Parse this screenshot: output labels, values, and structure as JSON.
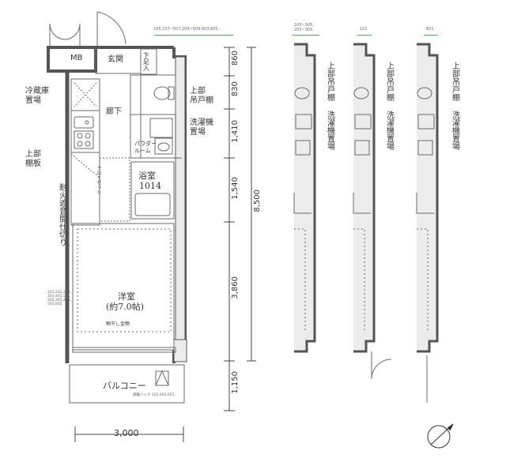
{
  "colors": {
    "wall": "#5c5c5c",
    "line": "#6a6a6a",
    "dim": "#444444",
    "accent": "#4caf50"
  },
  "notes": {
    "top_units": "105,107~507,209~509,603,605",
    "mini1": "105~505,\n205~305",
    "mini2": "101",
    "mini3": "601",
    "units_left": "201,202,203,\n301,401,501,\n205,305,405,\n505,605",
    "hatch": "避難ハッチ 203,403,601"
  },
  "rooms": {
    "mb": "MB",
    "genkan": "玄関",
    "geta": "下足入",
    "rouka": "廊下",
    "powder": "パウダー\nルーム",
    "bath_line1": "浴室",
    "bath_line2": "1014",
    "youshitsu_line1": "洋室",
    "youshitsu_line2": "(約7.0帖)",
    "monohoshi": "物干し金物",
    "balcony": "バルコニー",
    "closet": "クローゼット"
  },
  "callouts": {
    "reizouko": "冷蔵庫\n置場",
    "joubu_tanaita": "上部\n棚板",
    "taika": "耐火遮音間仕切り",
    "joubu_tsuritodana": "上部\n吊戸棚",
    "sentakuki": "洗濯機\n置場",
    "mini_tsuritodana": "上部吊戸棚",
    "mini_sentakuki": "洗濯機置場"
  },
  "dimensions": {
    "vertical": [
      "860",
      "830",
      "1,410",
      "1,540",
      "3,860"
    ],
    "total": "8,500",
    "balcony": "1,150",
    "width": "3,000"
  },
  "icons": [
    "north-arrow-icon",
    "toilet-icon",
    "washbasin-icon",
    "stove-icon",
    "sink-icon",
    "bathtub-icon",
    "washer-pan-icon"
  ]
}
